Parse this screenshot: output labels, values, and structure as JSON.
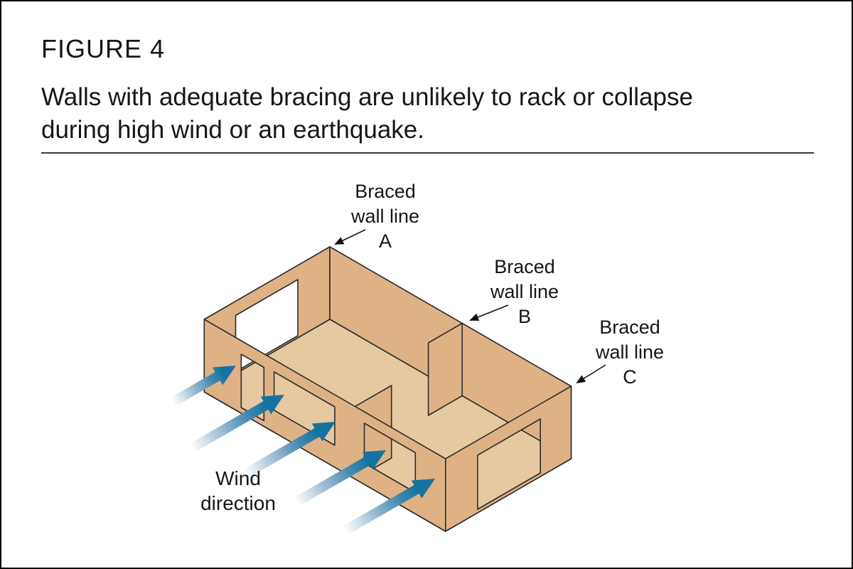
{
  "figure": {
    "label": "FIGURE 4",
    "caption_line1": "Walls with adequate bracing are unlikely to rack or collapse",
    "caption_line2": "during high wind or an earthquake."
  },
  "diagram": {
    "wall_labels": [
      {
        "line1": "Braced",
        "line2": "wall line",
        "letter": "A"
      },
      {
        "line1": "Braced",
        "line2": "wall line",
        "letter": "B"
      },
      {
        "line1": "Braced",
        "line2": "wall line",
        "letter": "C"
      }
    ],
    "wind_label": {
      "line1": "Wind",
      "line2": "direction"
    },
    "wind_arrow_count": 5,
    "structure": {
      "braced_wall_lines": [
        "A",
        "B",
        "C"
      ],
      "parts": [
        "end wall A with window",
        "back wall",
        "floor",
        "interior wall B",
        "interior wall stub",
        "front wall with three openings",
        "end wall C with door"
      ]
    },
    "colors": {
      "wall_exterior": "#dfb286",
      "wall_interior_floor": "#e6c9a1",
      "outline": "#2b2b2b",
      "arrow_blue": "#16729f",
      "text": "#1a1a1a"
    }
  }
}
